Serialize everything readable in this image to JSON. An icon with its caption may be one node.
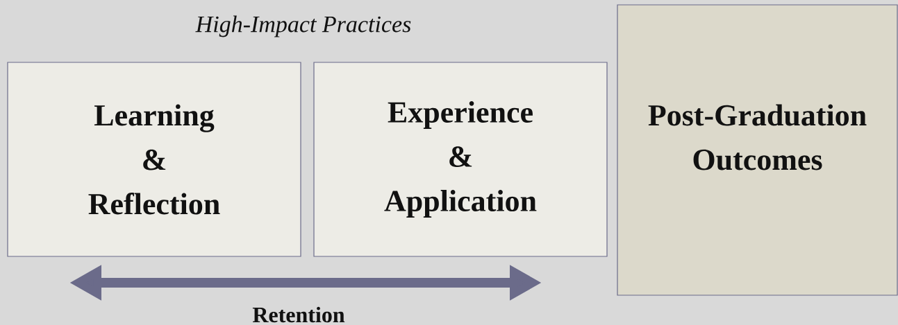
{
  "diagram": {
    "title": "High-Impact Practices",
    "nodes": [
      {
        "text": [
          "Learning & Reflection"
        ]
      },
      {
        "text": [
          "Experience & Application"
        ]
      },
      {
        "text": [
          "Post-Graduation Outcomes"
        ]
      }
    ],
    "labels": [
      "Retention"
    ]
  }
}
